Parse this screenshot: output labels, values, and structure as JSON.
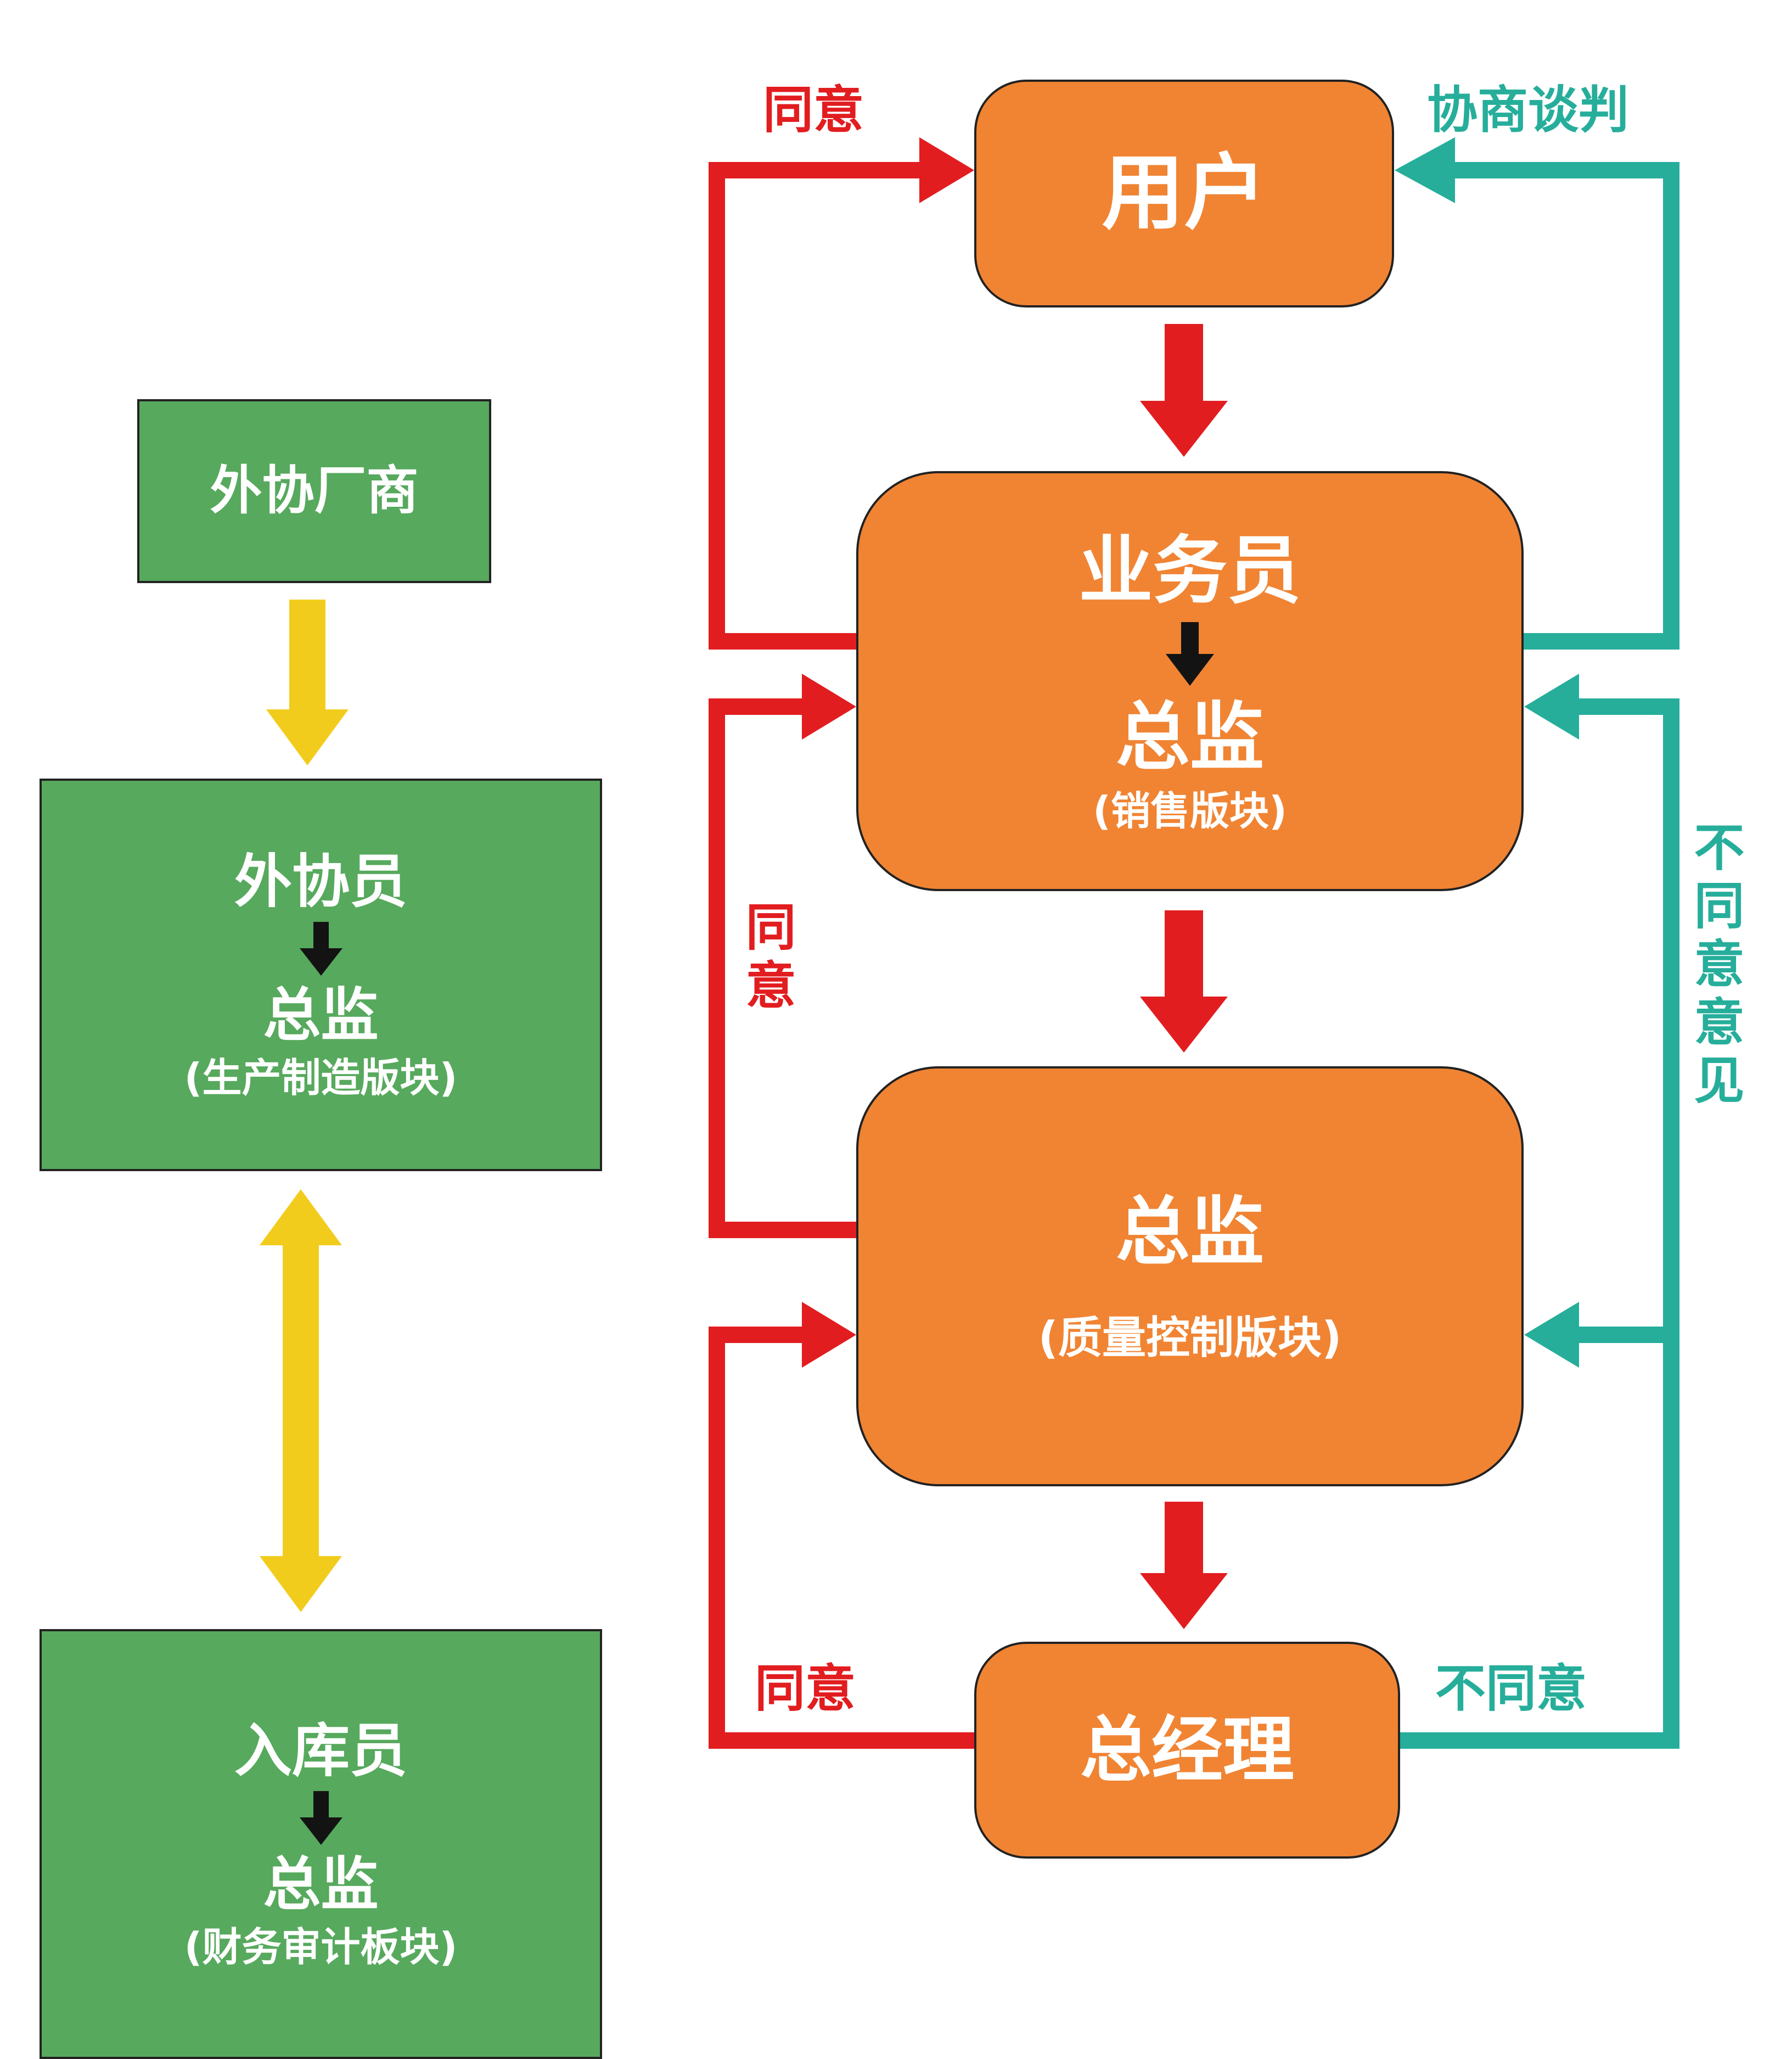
{
  "colors": {
    "orange": "#F08433",
    "green": "#57A95D",
    "red": "#E21D20",
    "teal": "#26AE9B",
    "yellow": "#F2CC1D",
    "black_arrow": "#131313",
    "border": "#222222"
  },
  "nodes": {
    "user": {
      "label": "用户"
    },
    "sales": {
      "role": "业务员",
      "director": "总监",
      "section": "(销售版块)"
    },
    "quality": {
      "director": "总监",
      "section": "(质量控制版块)"
    },
    "general_manager": {
      "label": "总经理"
    },
    "vendor": {
      "label": "外协厂商"
    },
    "production": {
      "role": "外协员",
      "director": "总监",
      "section": "(生产制造版块)"
    },
    "warehouse": {
      "role": "入库员",
      "director": "总监",
      "section": "(财务审计板块)"
    }
  },
  "edge_labels": {
    "agree_top": "同意",
    "negotiate": "协商谈判",
    "agree_mid": "同意",
    "disagree_opinion": "不同意意见",
    "agree_bottom": "同意",
    "disagree": "不同意"
  }
}
